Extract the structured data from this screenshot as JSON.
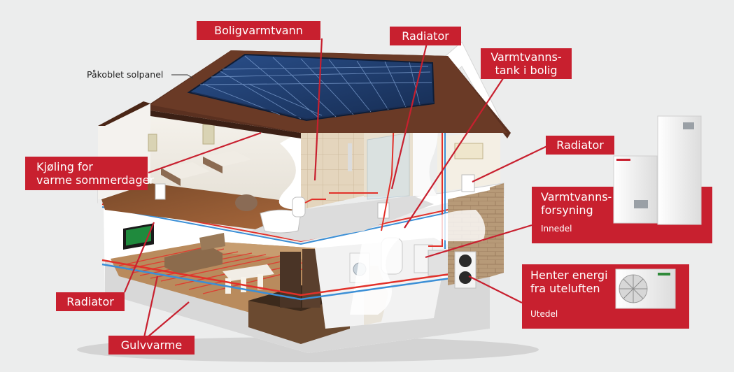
{
  "labels": {
    "solar_panel": "Påkoblet solpanel",
    "hot_water": "Boligvarmtvann",
    "radiator_top": "Radiator",
    "tank_line1": "Varmtvanns-",
    "tank_line2": "tank i bolig",
    "radiator_right": "Radiator",
    "cooling_line1": "Kjøling for",
    "cooling_line2": "varme sommerdager",
    "supply_line1": "Varmtvanns-",
    "supply_line2": "forsyning",
    "indoor_unit": "Innedel",
    "energy_line1": "Henter energi",
    "energy_line2": "fra uteluften",
    "outdoor_unit": "Utedel",
    "radiator_bottom": "Radiator",
    "floor_heating": "Gulvvarme"
  },
  "colors": {
    "label_red": "#c8202f",
    "background": "#eceded",
    "pipe_hot": "#e2312a",
    "pipe_cold": "#3b8fd6"
  }
}
